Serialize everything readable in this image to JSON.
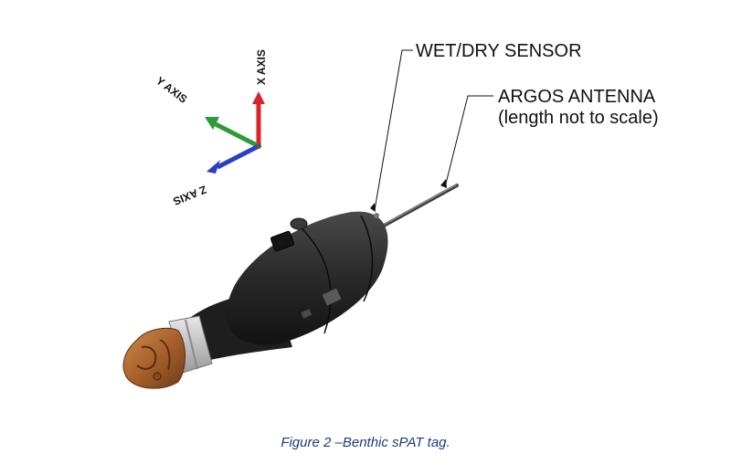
{
  "axes": {
    "x_label": "X AXIS",
    "y_label": "Y AXIS",
    "z_label": "Z AXIS",
    "x_color": "#d8232a",
    "y_color": "#2f9a3a",
    "z_color": "#2a3fc4"
  },
  "callouts": {
    "sensor_label": "WET/DRY SENSOR",
    "antenna_label_line1": "ARGOS ANTENNA",
    "antenna_label_line2": "(length not to scale)"
  },
  "caption": "Figure 2 –Benthic sPAT tag.",
  "colors": {
    "body": "#262626",
    "cap": "#a8612c",
    "collar": "#c9c9c9",
    "caption_text": "#1e3c78"
  }
}
